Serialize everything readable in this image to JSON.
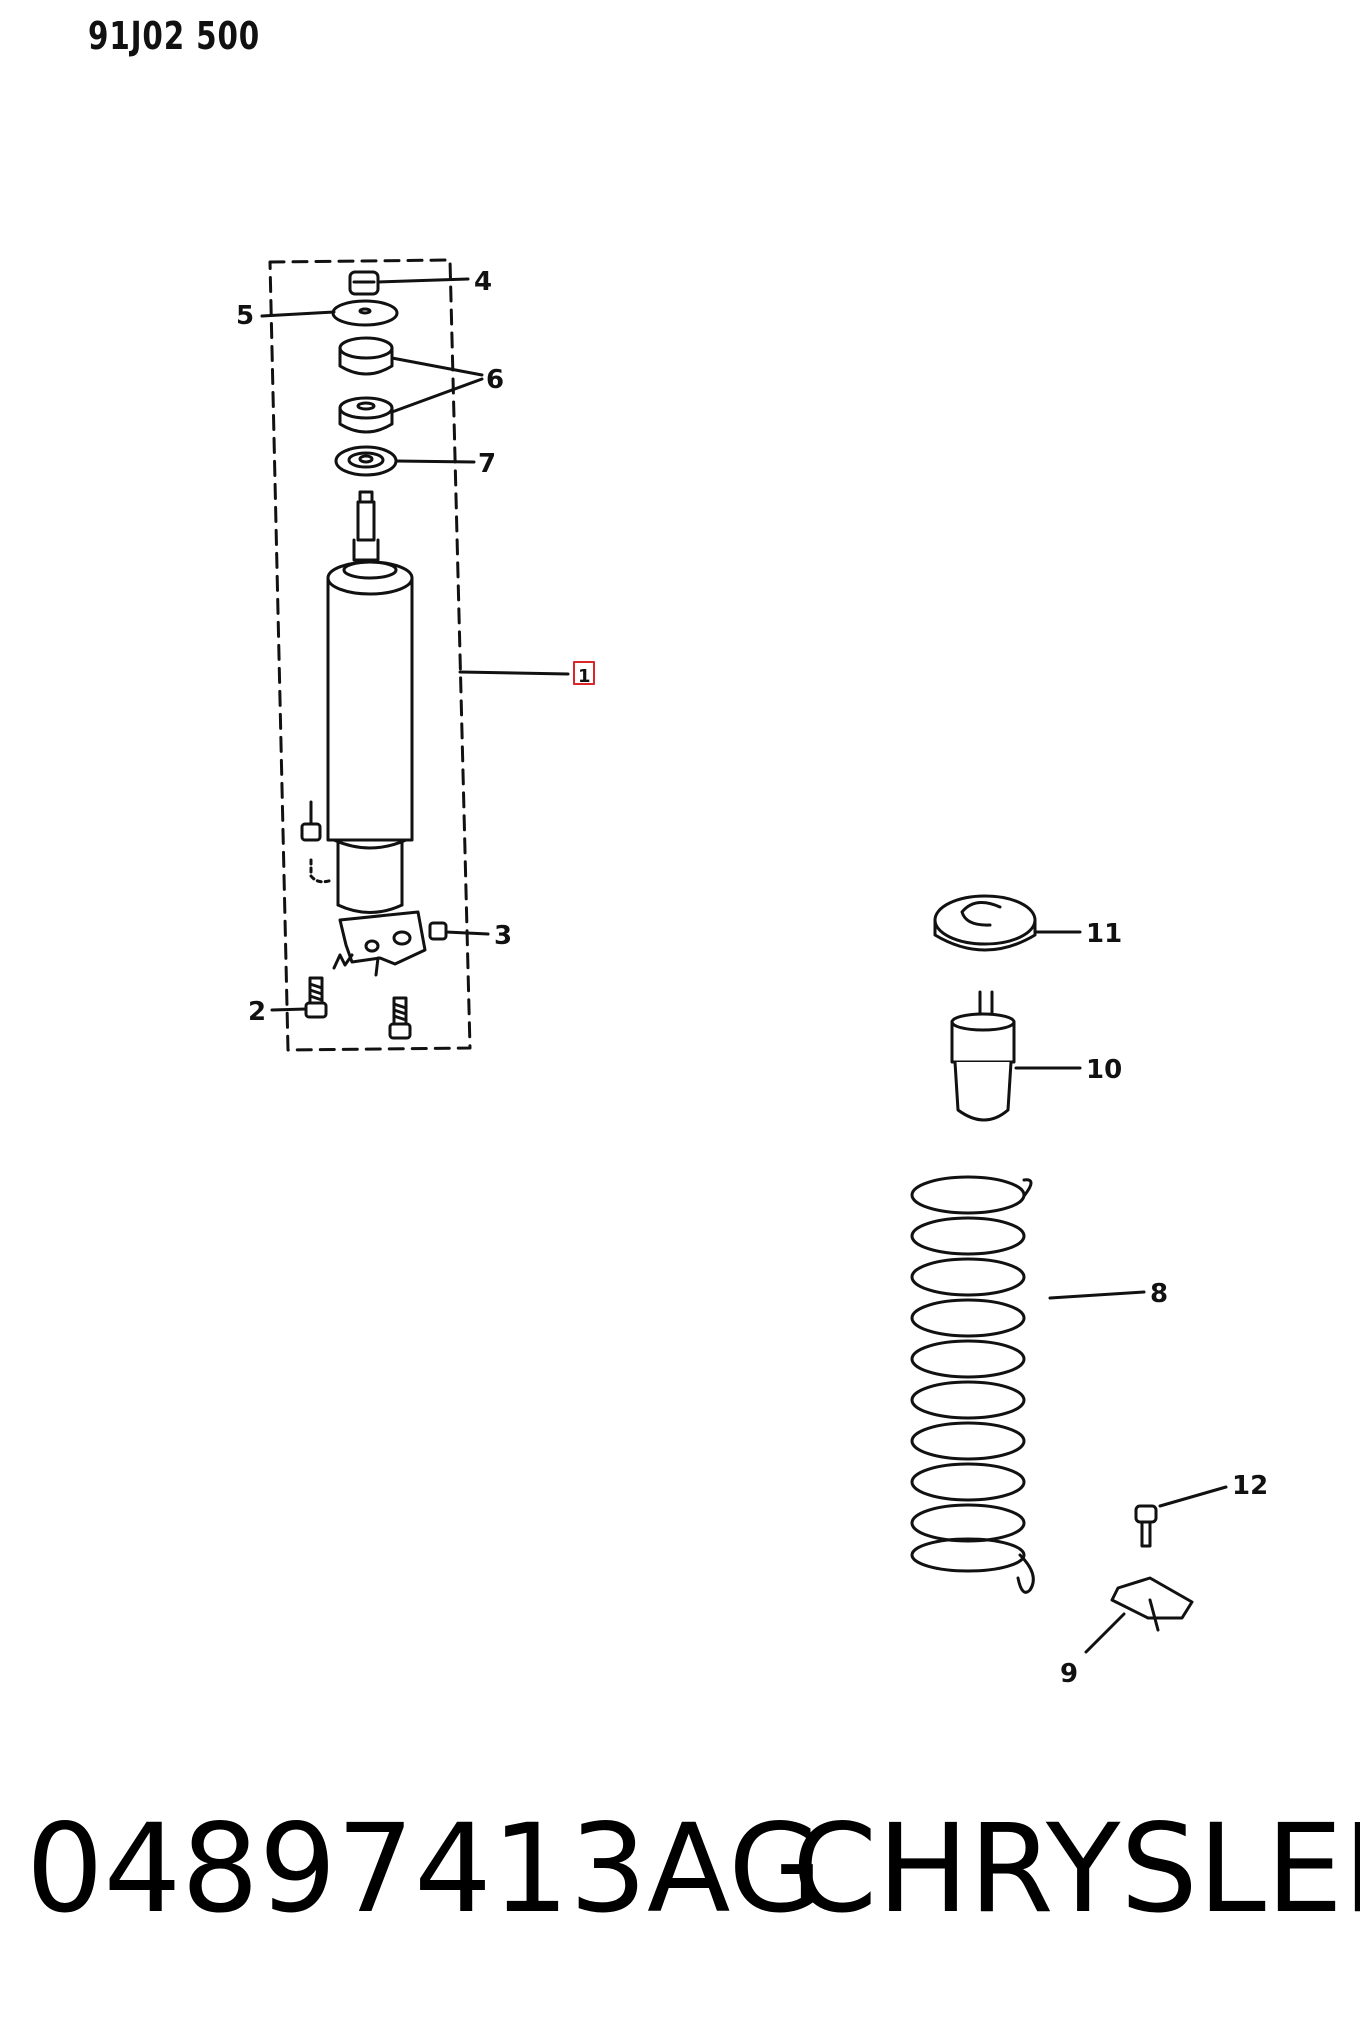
{
  "diagram_code": "91J02 500",
  "part_number": "04897413AG",
  "brand": "CHRYSLER",
  "callouts": {
    "c1": "1",
    "c2": "2",
    "c3": "3",
    "c4": "4",
    "c5": "5",
    "c6": "6",
    "c7": "7",
    "c8": "8",
    "c9": "9",
    "c10": "10",
    "c11": "11",
    "c12": "12"
  },
  "highlight_color": "#d9262b",
  "line_color": "#111111"
}
